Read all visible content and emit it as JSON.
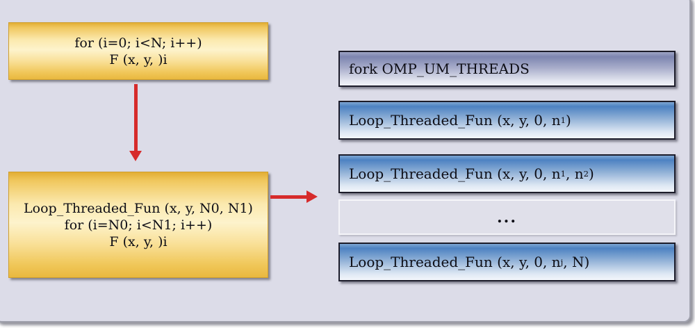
{
  "colors": {
    "panel_bg": "#dcdce8",
    "panel_border": "#9fa0ac",
    "yellow_box_top": "#e2ae35",
    "yellow_box_mid": "#fdf3cc",
    "slate_box_top": "#7d85b0",
    "blue_box_top": "#4d82c2",
    "box_border_dark": "#1c1c2a",
    "arrow_red": "#d62b2b",
    "text": "#0d0d15"
  },
  "left_flow": {
    "serial_loop_box": {
      "lines": [
        "for (i=0; i<N; i++)",
        "F (x, y, )i"
      ]
    },
    "threaded_fun_box": {
      "lines": [
        "Loop_Threaded_Fun (x, y, N0, N1)",
        "for (i=N0; i<N1; i++)",
        "F (x, y, )i"
      ]
    }
  },
  "right_panel": {
    "boxes": [
      {
        "id": "fork-threads-box",
        "segments": [
          {
            "text": "fork OMP_UM_THREADS"
          }
        ]
      },
      {
        "id": "thread-call-box-1",
        "segments": [
          {
            "text": "Loop_Threaded_Fun (x, y, 0, n"
          },
          {
            "sub": "1"
          },
          {
            "text": ")"
          }
        ]
      },
      {
        "id": "thread-call-box-2",
        "segments": [
          {
            "text": "Loop_Threaded_Fun (x, y, 0, n"
          },
          {
            "sub": "1"
          },
          {
            "text": ", n"
          },
          {
            "sub": "2"
          },
          {
            "text": ")"
          }
        ]
      },
      {
        "id": "ellipsis-box",
        "segments": [
          {
            "text": "..."
          }
        ]
      },
      {
        "id": "thread-call-box-n",
        "segments": [
          {
            "text": "Loop_Threaded_Fun (x, y, 0, n"
          },
          {
            "sub": "j"
          },
          {
            "text": ", N)"
          }
        ]
      }
    ]
  }
}
